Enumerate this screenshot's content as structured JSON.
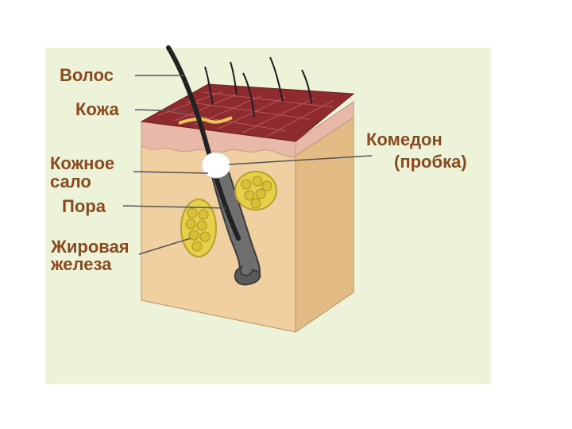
{
  "diagram": {
    "labels": {
      "hair": "Волос",
      "skin": "Кожа",
      "sebum_line1": "Кожное",
      "sebum_line2": "сало",
      "pore": "Пора",
      "gland_line1": "Жировая",
      "gland_line2": "железа",
      "comedo_line1": "Комедон",
      "comedo_line2": "(пробка)"
    },
    "colors": {
      "background": "#edf3d8",
      "label_text": "#8a4a1f",
      "leader_line": "#555555",
      "skin_surface": "#8e2b2f",
      "epidermis": "#e8b8a8",
      "dermis": "#f0cfa0",
      "dermis_side": "#e3bb85",
      "gland": "#e6d04a",
      "hair": "#222222",
      "comedo_plug": "#ffffff"
    }
  }
}
